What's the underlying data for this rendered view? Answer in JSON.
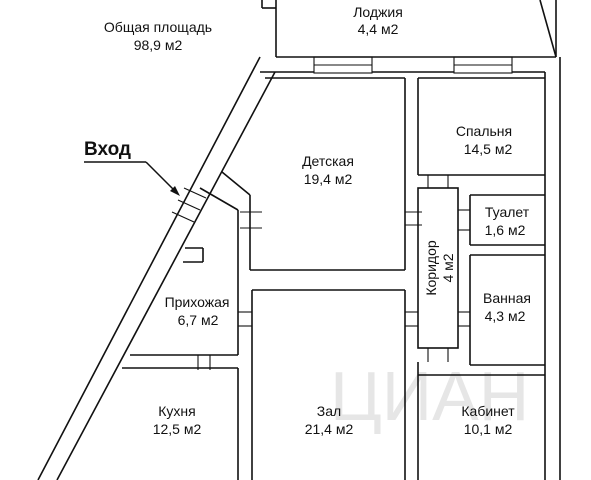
{
  "total": {
    "label": "Общая площадь",
    "value": "98,9 м2"
  },
  "entrance": {
    "label": "Вход"
  },
  "rooms": [
    {
      "id": "loggia",
      "name": "Лоджия",
      "area": "4,4 м2"
    },
    {
      "id": "children",
      "name": "Детская",
      "area": "19,4 м2"
    },
    {
      "id": "bedroom",
      "name": "Спальня",
      "area": "14,5 м2"
    },
    {
      "id": "toilet",
      "name": "Туалет",
      "area": "1,6 м2"
    },
    {
      "id": "corridor",
      "name": "Коридор",
      "area": "4 м2"
    },
    {
      "id": "hallway",
      "name": "Прихожая",
      "area": "6,7 м2"
    },
    {
      "id": "bathroom",
      "name": "Ванная",
      "area": "4,3 м2"
    },
    {
      "id": "kitchen",
      "name": "Кухня",
      "area": "12,5 м2"
    },
    {
      "id": "living",
      "name": "Зал",
      "area": "21,4 м2"
    },
    {
      "id": "office",
      "name": "Кабинет",
      "area": "10,1 м2"
    }
  ]
}
